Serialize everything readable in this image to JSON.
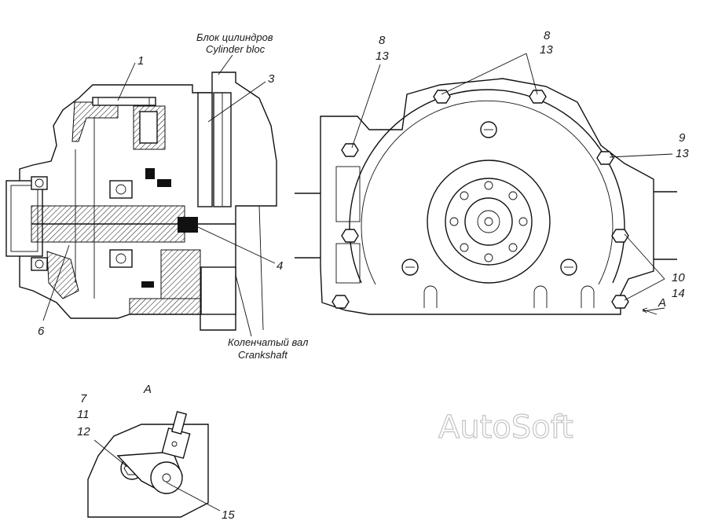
{
  "labels": {
    "cylinder_block_ru": "Блок цилиндров",
    "cylinder_block_en": "Cylinder bloc",
    "crankshaft_ru": "Коленчатый вал",
    "crankshaft_en": "Crankshaft"
  },
  "callouts": {
    "c1": "1",
    "c3": "3",
    "c4": "4",
    "c6": "6",
    "c7": "7",
    "c8": "8",
    "c9": "9",
    "c10": "10",
    "c11": "11",
    "c12": "12",
    "c13": "13",
    "c14": "14",
    "c15": "15",
    "view_a": "A"
  },
  "watermark": "AutoSoft"
}
